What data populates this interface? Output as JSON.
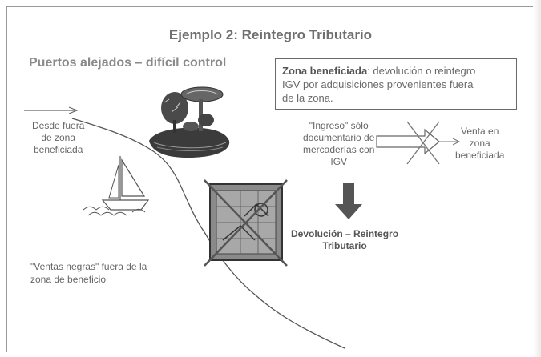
{
  "title": "Ejemplo 2: Reintegro Tributario",
  "ports": "Puertos alejados – difícil control",
  "zona": {
    "bold": "Zona beneficiada",
    "rest_line1": ": devolución o reintegro",
    "line2": "IGV por adquisiciones provenientes fuera",
    "line3": "de la zona."
  },
  "desde": [
    "Desde fuera",
    "de zona",
    "beneficiada"
  ],
  "ingreso": [
    "\"Ingreso\" sólo",
    "documentario de",
    "mercaderías con",
    "IGV"
  ],
  "venta": [
    "Venta en",
    "zona",
    "beneficiada"
  ],
  "devolucion": [
    "Devolución – Reintegro",
    "Tributario"
  ],
  "ventas_negras": [
    "\"Ventas negras\" fuera de la",
    "zona de beneficio"
  ],
  "icons": {
    "island": "island-trees-icon",
    "boat": "sailboat-icon",
    "warehouse": "crossed-warehouse-icon",
    "crossed_arrow": "crossed-arrow-icon",
    "down_arrow": "down-arrow-icon"
  }
}
